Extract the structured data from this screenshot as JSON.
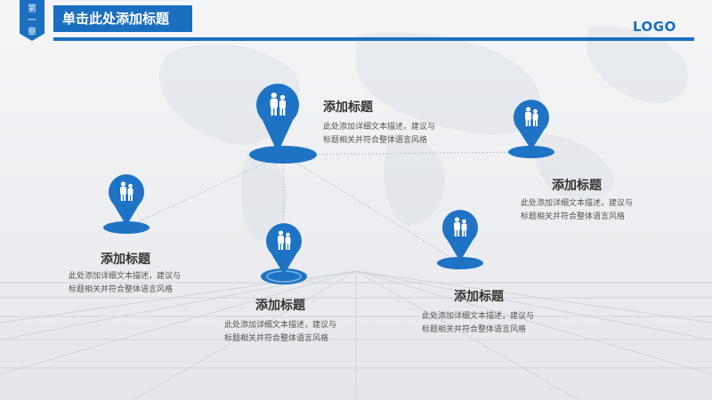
{
  "header": {
    "chapter_line1": "第",
    "chapter_line2": "一",
    "chapter_line3": "章",
    "title": "单击此处添加标题",
    "logo": "LOGO"
  },
  "colors": {
    "accent": "#1a6fc0",
    "pin": "#1f73c4",
    "connector": "#b9c3cf"
  },
  "icon": "people-icon",
  "nodes": [
    {
      "title": "添加标题",
      "desc1": "此处添加详细文本描述，建议与",
      "desc2": "标题相关并符合整体语言风格"
    },
    {
      "title": "添加标题",
      "desc1": "此处添加详细文本描述，建议与",
      "desc2": "标题相关并符合整体语言风格"
    },
    {
      "title": "添加标题",
      "desc1": "此处添加详细文本描述，建议与",
      "desc2": "标题相关并符合整体语言风格"
    },
    {
      "title": "添加标题",
      "desc1": "此处添加详细文本描述，建议与",
      "desc2": "标题相关并符合整体语言风格"
    },
    {
      "title": "添加标题",
      "desc1": "此处添加详细文本描述，建议与",
      "desc2": "标题相关并符合整体语言风格"
    }
  ]
}
